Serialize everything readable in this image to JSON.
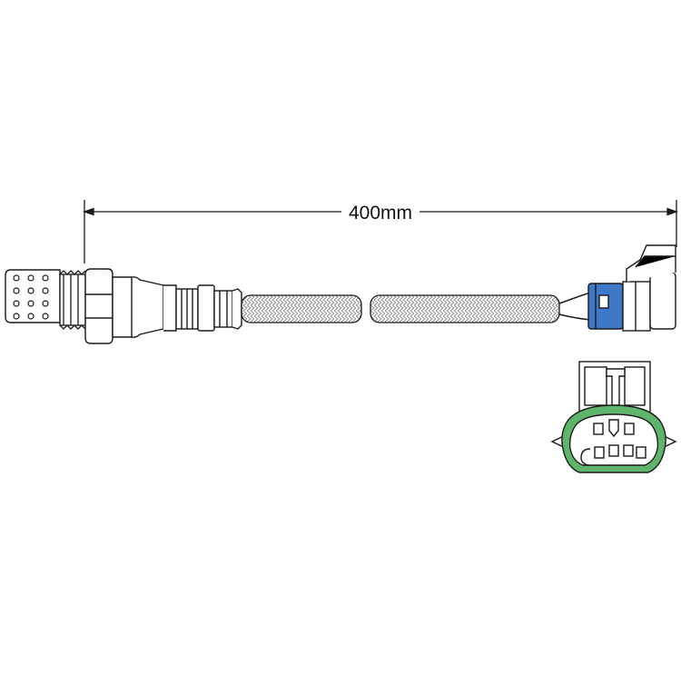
{
  "diagram": {
    "dimension": {
      "label": "400mm"
    },
    "colors": {
      "line": "#1a1a1a",
      "braid": "#9a9a9a",
      "connector_blue": "#3f78c9",
      "connector_seal_green": "#5fb56b",
      "background": "#ffffff"
    },
    "parts": [
      {
        "name": "sensor-tip",
        "icon": "perforated-shield"
      },
      {
        "name": "threaded-body",
        "icon": "hex-nut"
      },
      {
        "name": "braided-cable",
        "icon": "braided-sleeve"
      },
      {
        "name": "electrical-connector",
        "icon": "plug"
      },
      {
        "name": "connector-face",
        "icon": "pin-layout"
      }
    ]
  }
}
